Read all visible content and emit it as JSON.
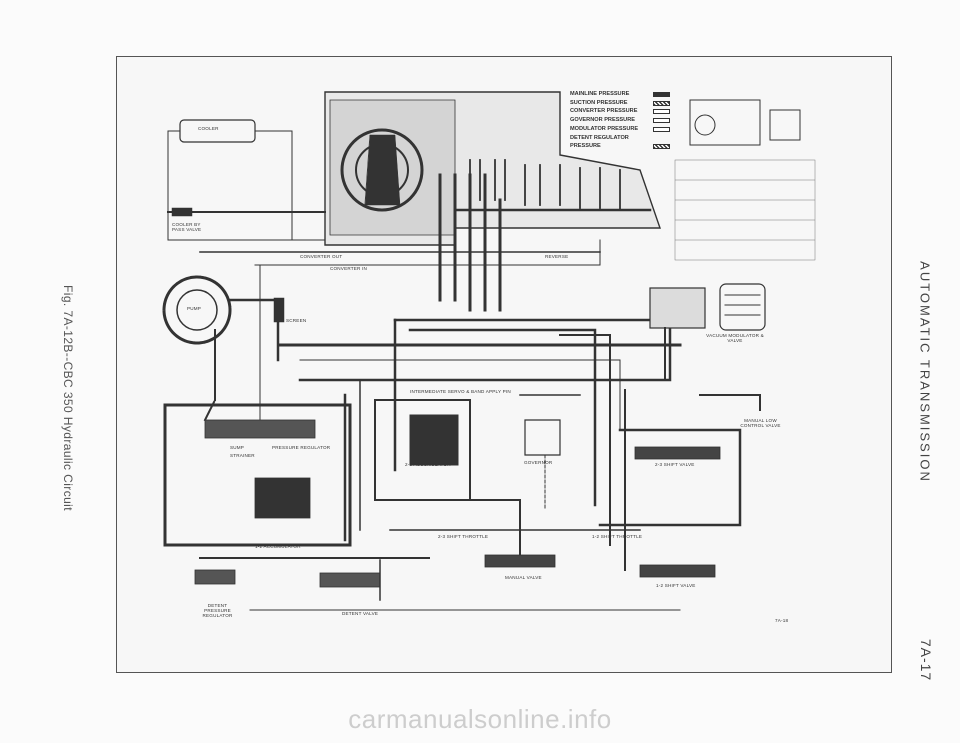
{
  "caption": "Fig. 7A-12B--CBC 350 Hydraulic Circuit",
  "section_title": "AUTOMATIC TRANSMISSION",
  "page_number": "7A-17",
  "watermark": "carmanualsonline.info",
  "legend": {
    "items": [
      {
        "label": "MAINLINE PRESSURE",
        "pattern": "solid"
      },
      {
        "label": "SUCTION PRESSURE",
        "pattern": "hatch"
      },
      {
        "label": "CONVERTER PRESSURE",
        "pattern": "open"
      },
      {
        "label": "GOVERNOR PRESSURE",
        "pattern": "open"
      },
      {
        "label": "MODULATOR PRESSURE",
        "pattern": "open"
      },
      {
        "label": "DETENT REGULATOR",
        "pattern": "none"
      },
      {
        "label": "PRESSURE",
        "pattern": "hatch"
      }
    ]
  },
  "labels": {
    "cooler": "COOLER",
    "cooler_bypass": "COOLER BY PASS VALVE",
    "converter_out": "CONVERTER OUT",
    "converter_in": "CONVERTER IN",
    "pump": "PUMP",
    "screen": "SCREEN",
    "reverse": "REVERSE",
    "intermediate_servo": "INTERMEDIATE SERVO & BAND APPLY PIN",
    "accum_23": "2-3 ACCUMULATOR",
    "governor": "GOVERNOR",
    "vacuum_modulator": "VACUUM MODULATOR & VALVE",
    "manual_low": "MANUAL LOW CONTROL VALVE",
    "shift_23": "2-3 SHIFT VALVE",
    "shift_12": "1-2 SHIFT VALVE",
    "accum_12": "1-2 ACCUMULATOR",
    "pressure_regulator": "PRESSURE REGULATOR",
    "strainer": "STRAINER",
    "sump": "SUMP",
    "detent_regulator": "DETENT PRESSURE REGULATOR",
    "detent_valve": "DETENT VALVE",
    "manual_valve": "MANUAL VALVE",
    "shift_throttle_23": "2-3 SHIFT THROTTLE",
    "shift_throttle_12": "1-2 SHIFT THROTTLE",
    "figure_code": "7A-18"
  },
  "colors": {
    "line": "#333333",
    "frame": "#555555"
  }
}
